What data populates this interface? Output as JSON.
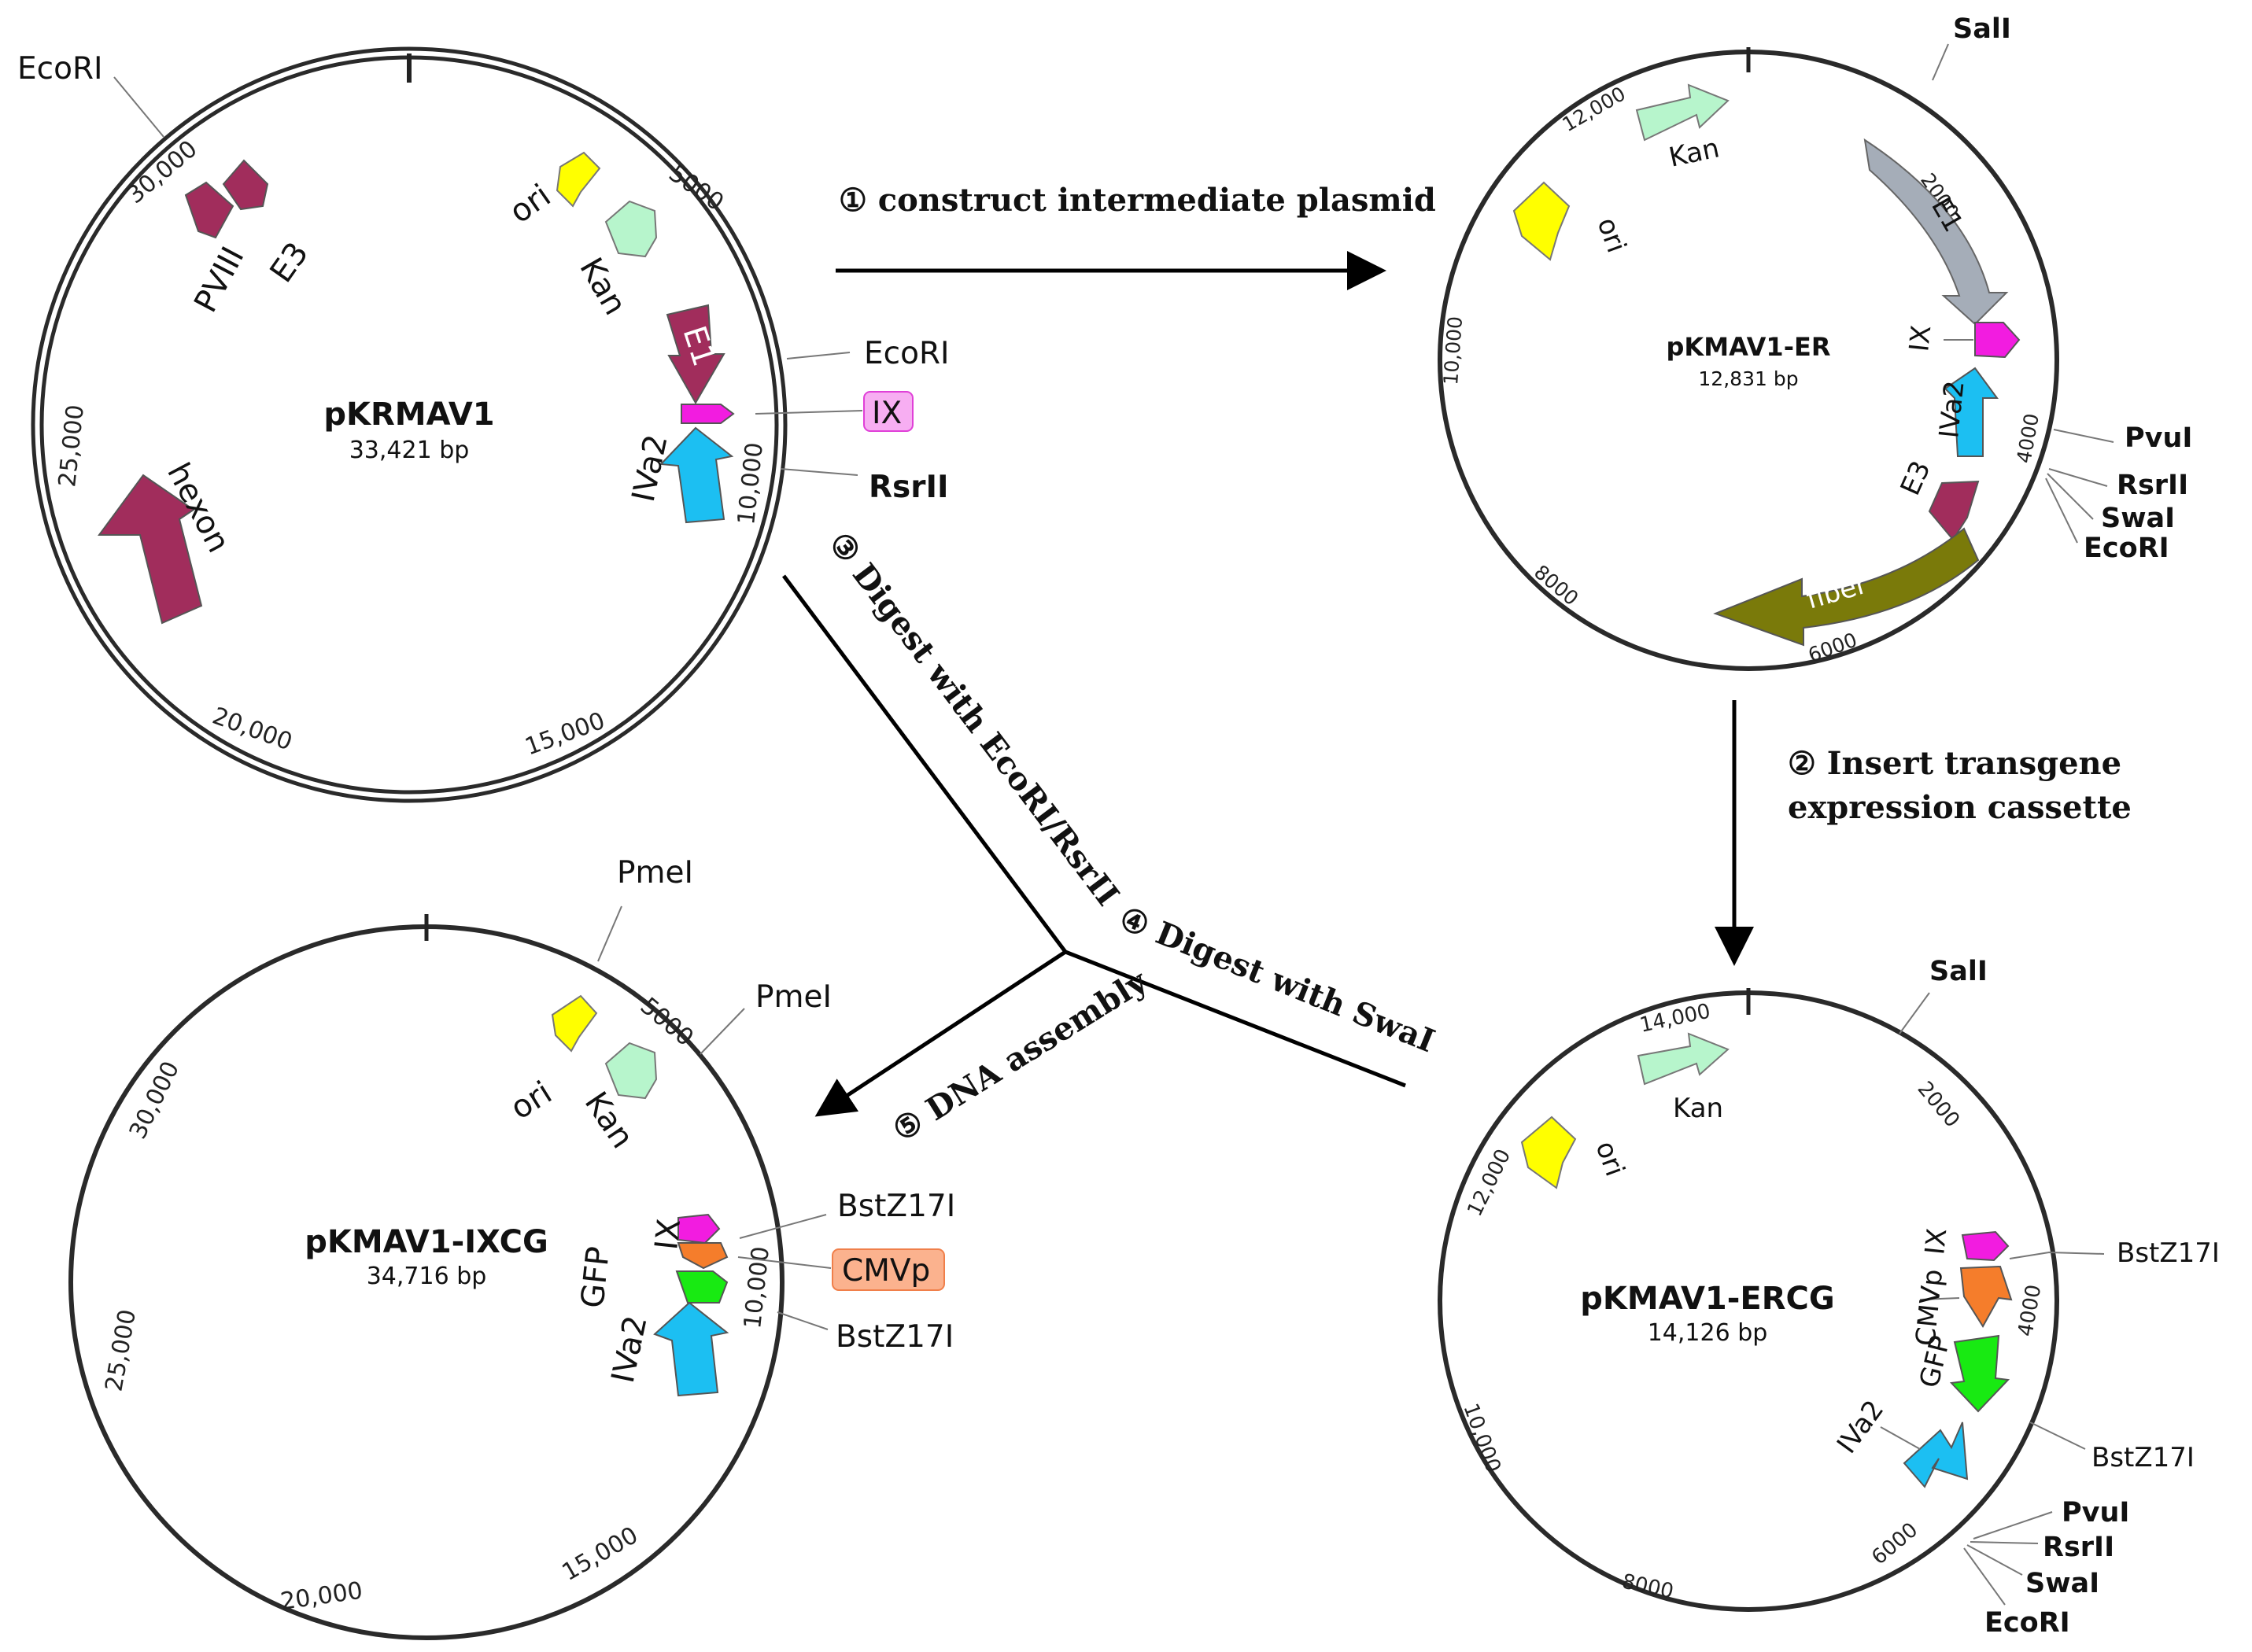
{
  "colors": {
    "maroon": "#a12d5c",
    "yellow": "#ffff00",
    "mint": "#b7f5cc",
    "cyan": "#1cbff2",
    "magenta": "#f21ce0",
    "grey": "#a5adb8",
    "olive": "#7a7a0a",
    "orange": "#f57d2b",
    "green": "#18ea12",
    "ix_box": "#f7aef2",
    "cmv_box": "#fbb28e"
  },
  "plasmids": [
    {
      "id": "p1",
      "name": "pKRMAV1",
      "size": "33,421 bp",
      "total_bp": 33421,
      "double_ring": true,
      "tick_labels": [
        "5000",
        "10,000",
        "15,000",
        "20,000",
        "25,000",
        "30,000"
      ],
      "tick_values": [
        5000,
        10000,
        15000,
        20000,
        25000,
        30000
      ],
      "sites": [
        {
          "label": "EcoRI",
          "bold": false,
          "box": ""
        },
        {
          "label": "EcoRI",
          "bold": false,
          "box": ""
        },
        {
          "label": "IX",
          "bold": false,
          "box": "ix_box"
        },
        {
          "label": "RsrII",
          "bold": true,
          "box": ""
        }
      ],
      "features": [
        {
          "label": "ori",
          "color": "yellow"
        },
        {
          "label": "Kan",
          "color": "mint"
        },
        {
          "label": "E1",
          "color": "maroon"
        },
        {
          "label": "",
          "color": "magenta"
        },
        {
          "label": "IVa2",
          "color": "cyan"
        },
        {
          "label": "PVIII",
          "color": "maroon"
        },
        {
          "label": "E3",
          "color": "maroon"
        },
        {
          "label": "hexon",
          "color": "maroon"
        }
      ]
    },
    {
      "id": "p2",
      "name": "pKMAV1-ER",
      "size": "12,831 bp",
      "total_bp": 12831,
      "double_ring": false,
      "tick_labels": [
        "2000",
        "4000",
        "6000",
        "8000",
        "10,000",
        "12,000"
      ],
      "tick_values": [
        2000,
        4000,
        6000,
        8000,
        10000,
        12000
      ],
      "sites": [
        {
          "label": "SalI",
          "bold": true
        },
        {
          "label": "PvuI",
          "bold": true
        },
        {
          "label": "RsrII",
          "bold": true
        },
        {
          "label": "SwaI",
          "bold": true
        },
        {
          "label": "EcoRI",
          "bold": true
        }
      ],
      "features": [
        {
          "label": "Kan",
          "color": "mint"
        },
        {
          "label": "ori",
          "color": "yellow"
        },
        {
          "label": "E1",
          "color": "grey"
        },
        {
          "label": "IX",
          "color": "magenta"
        },
        {
          "label": "IVa2",
          "color": "cyan"
        },
        {
          "label": "E3",
          "color": "maroon"
        },
        {
          "label": "fiber",
          "color": "olive"
        }
      ]
    },
    {
      "id": "p3",
      "name": "pKMAV1-IXCG",
      "size": "34,716 bp",
      "total_bp": 34716,
      "double_ring": false,
      "tick_labels": [
        "5000",
        "10,000",
        "15,000",
        "20,000",
        "25,000",
        "30,000"
      ],
      "tick_values": [
        5000,
        10000,
        15000,
        20000,
        25000,
        30000
      ],
      "sites": [
        {
          "label": "PmeI",
          "bold": false,
          "box": ""
        },
        {
          "label": "PmeI",
          "bold": false,
          "box": ""
        },
        {
          "label": "BstZ17I",
          "bold": false,
          "box": ""
        },
        {
          "label": "CMVp",
          "bold": false,
          "box": "cmv_box"
        },
        {
          "label": "BstZ17I",
          "bold": false,
          "box": ""
        }
      ],
      "features": [
        {
          "label": "ori",
          "color": "yellow"
        },
        {
          "label": "Kan",
          "color": "mint"
        },
        {
          "label": "IX",
          "color": "magenta"
        },
        {
          "label": "",
          "color": "orange"
        },
        {
          "label": "GFP",
          "color": "green"
        },
        {
          "label": "IVa2",
          "color": "cyan"
        }
      ]
    },
    {
      "id": "p4",
      "name": "pKMAV1-ERCG",
      "size": "14,126 bp",
      "total_bp": 14126,
      "double_ring": false,
      "tick_labels": [
        "2000",
        "4000",
        "6000",
        "8000",
        "10,000",
        "12,000",
        "14,000"
      ],
      "tick_values": [
        2000,
        4000,
        6000,
        8000,
        10000,
        12000,
        14000
      ],
      "sites": [
        {
          "label": "SalI",
          "bold": true
        },
        {
          "label": "BstZ17I",
          "bold": false
        },
        {
          "label": "BstZ17I",
          "bold": false
        },
        {
          "label": "PvuI",
          "bold": true
        },
        {
          "label": "RsrII",
          "bold": true
        },
        {
          "label": "SwaI",
          "bold": true
        },
        {
          "label": "EcoRI",
          "bold": true
        }
      ],
      "features": [
        {
          "label": "Kan",
          "color": "mint"
        },
        {
          "label": "ori",
          "color": "yellow"
        },
        {
          "label": "IX",
          "color": "magenta"
        },
        {
          "label": "CMVp",
          "color": "orange"
        },
        {
          "label": "GFP",
          "color": "green"
        },
        {
          "label": "IVa2",
          "color": "cyan"
        }
      ]
    }
  ],
  "steps": [
    {
      "label": "① construct intermediate plasmid"
    },
    {
      "label": "② Insert transgene",
      "label2": "expression cassette"
    },
    {
      "label": "③ Digest with EcoRI/RsrII"
    },
    {
      "label": "④ Digest with SwaI"
    },
    {
      "label": "⑤ DNA assembly"
    }
  ]
}
